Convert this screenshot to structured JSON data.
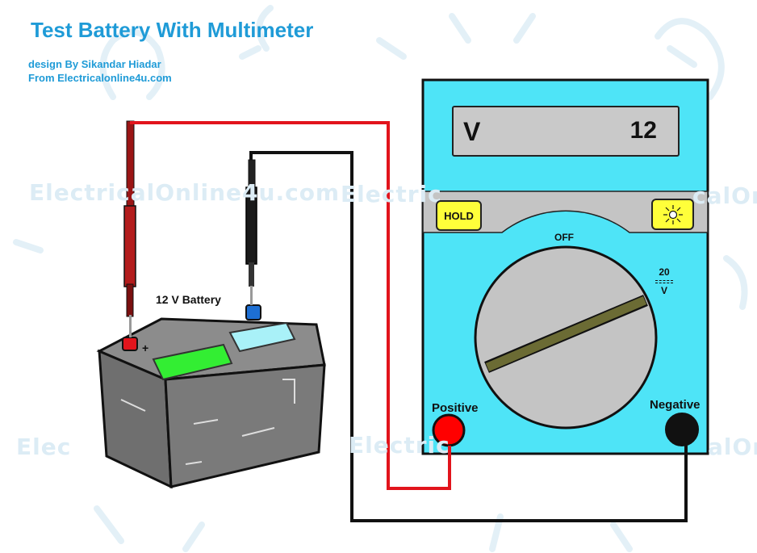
{
  "title": "Test Battery With Multimeter",
  "credits": {
    "line1": "design By Sikandar Hiadar",
    "line2": "From Electricalonline4u.com"
  },
  "watermark": {
    "text_full": "ElectricalOnline4u.com",
    "fragment_mid": "Electric",
    "fragment_right": "calOn",
    "fragment_left_bottom": "Elec",
    "fragment_mid_bottom": "Electric",
    "fragment_right_bottom": "alOn"
  },
  "battery": {
    "label": "12 V Battery",
    "positive_sign": "+"
  },
  "multimeter": {
    "display_unit": "V",
    "display_value": "12",
    "hold_label": "HOLD",
    "off_label": "OFF",
    "range_value": "20",
    "range_unit": "V",
    "positive_label": "Positive",
    "negative_label": "Negative"
  },
  "colors": {
    "title": "#1f9bd7",
    "meter_body": "#4ee4f7",
    "wire_positive": "#e2141c",
    "wire_negative": "#111111",
    "hold_button": "#ffff3a",
    "dial": "#c4c4c4"
  },
  "icons": {
    "light": "sun-light-icon"
  }
}
